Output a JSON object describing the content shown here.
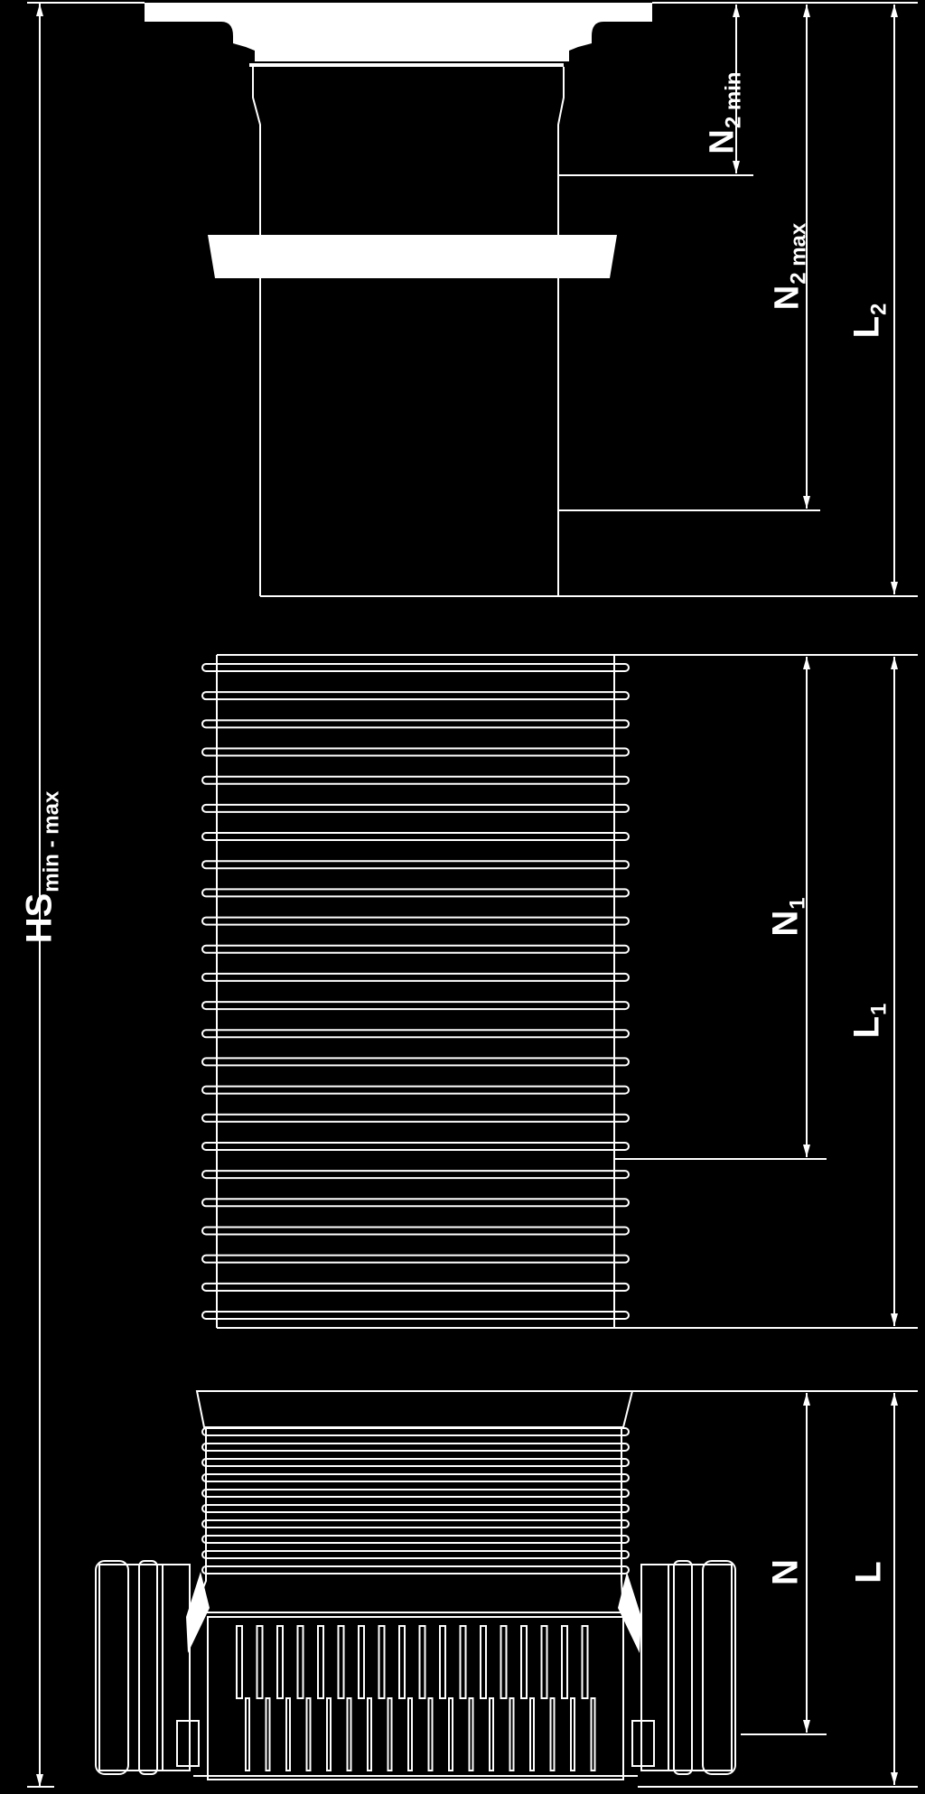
{
  "diagram": {
    "background_color": "#000000",
    "line_color": "#ffffff",
    "labels": {
      "hs": {
        "main": "HS",
        "sub": "min - max"
      },
      "n2min": {
        "main": "N",
        "sub": "2 min"
      },
      "n2max": {
        "main": "N",
        "sub": "2 max"
      },
      "l2": {
        "main": "L",
        "sub": "2"
      },
      "n1": {
        "main": "N",
        "sub": "1"
      },
      "l1": {
        "main": "L",
        "sub": "1"
      },
      "n": {
        "main": "N",
        "sub": ""
      },
      "l": {
        "main": "L",
        "sub": ""
      }
    }
  }
}
